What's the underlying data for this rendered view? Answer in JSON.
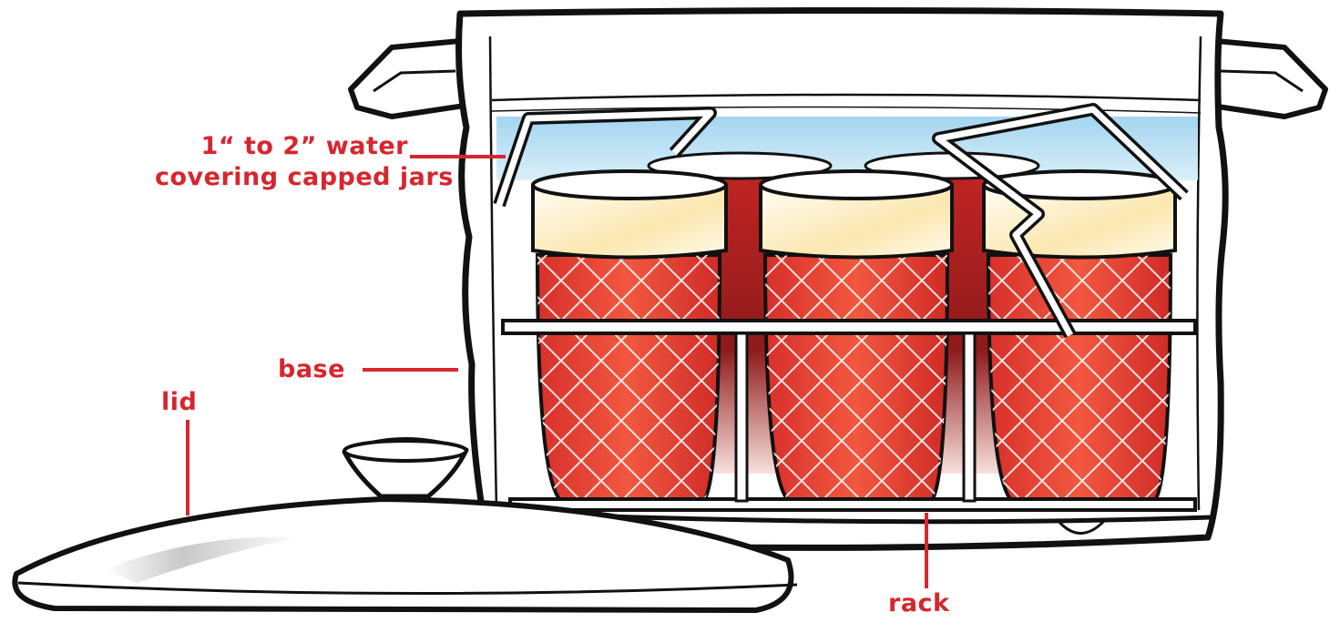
{
  "labels": {
    "water_line1": "1“ to 2” water",
    "water_line2": "covering capped jars",
    "base": "base",
    "lid": "lid",
    "rack": "rack"
  },
  "colors": {
    "callout": "#d7262e",
    "outline": "#111111",
    "jam": "#e8463e",
    "jam_shadow": "#8e1a1a",
    "water": "#9fd3f0",
    "lid_band": "#fbe7b0",
    "lid_shade": "#bfbfbf"
  },
  "icons": {
    "canner": "canner-pot-icon",
    "jar": "jar-icon",
    "rack": "rack-icon",
    "lid": "canner-lid-icon"
  }
}
